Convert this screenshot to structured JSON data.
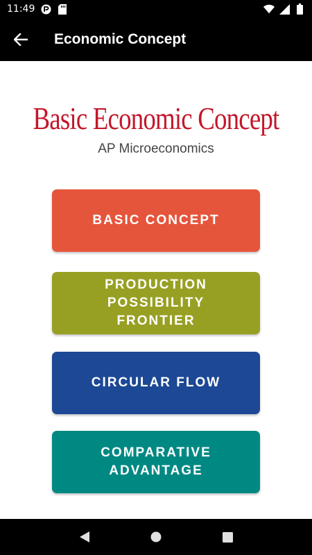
{
  "status_bar": {
    "time": "11:49"
  },
  "app_bar": {
    "title": "Economic Concept"
  },
  "header": {
    "title": "Basic Economic Concept",
    "subtitle": "AP Microeconomics"
  },
  "menu": [
    {
      "label": "BASIC CONCEPT",
      "color": "#e5553b"
    },
    {
      "label": "PRODUCTION POSSIBILITY FRONTIER",
      "color": "#98a024"
    },
    {
      "label": "CIRCULAR FLOW",
      "color": "#1c4895"
    },
    {
      "label": "COMPARATIVE ADVANTAGE",
      "color": "#008983"
    }
  ],
  "icons": {
    "back": "arrow-left-icon",
    "wifi": "wifi-icon",
    "signal": "signal-icon",
    "battery": "battery-icon",
    "nav_back": "triangle-back-icon",
    "nav_home": "circle-home-icon",
    "nav_recents": "square-recents-icon"
  }
}
